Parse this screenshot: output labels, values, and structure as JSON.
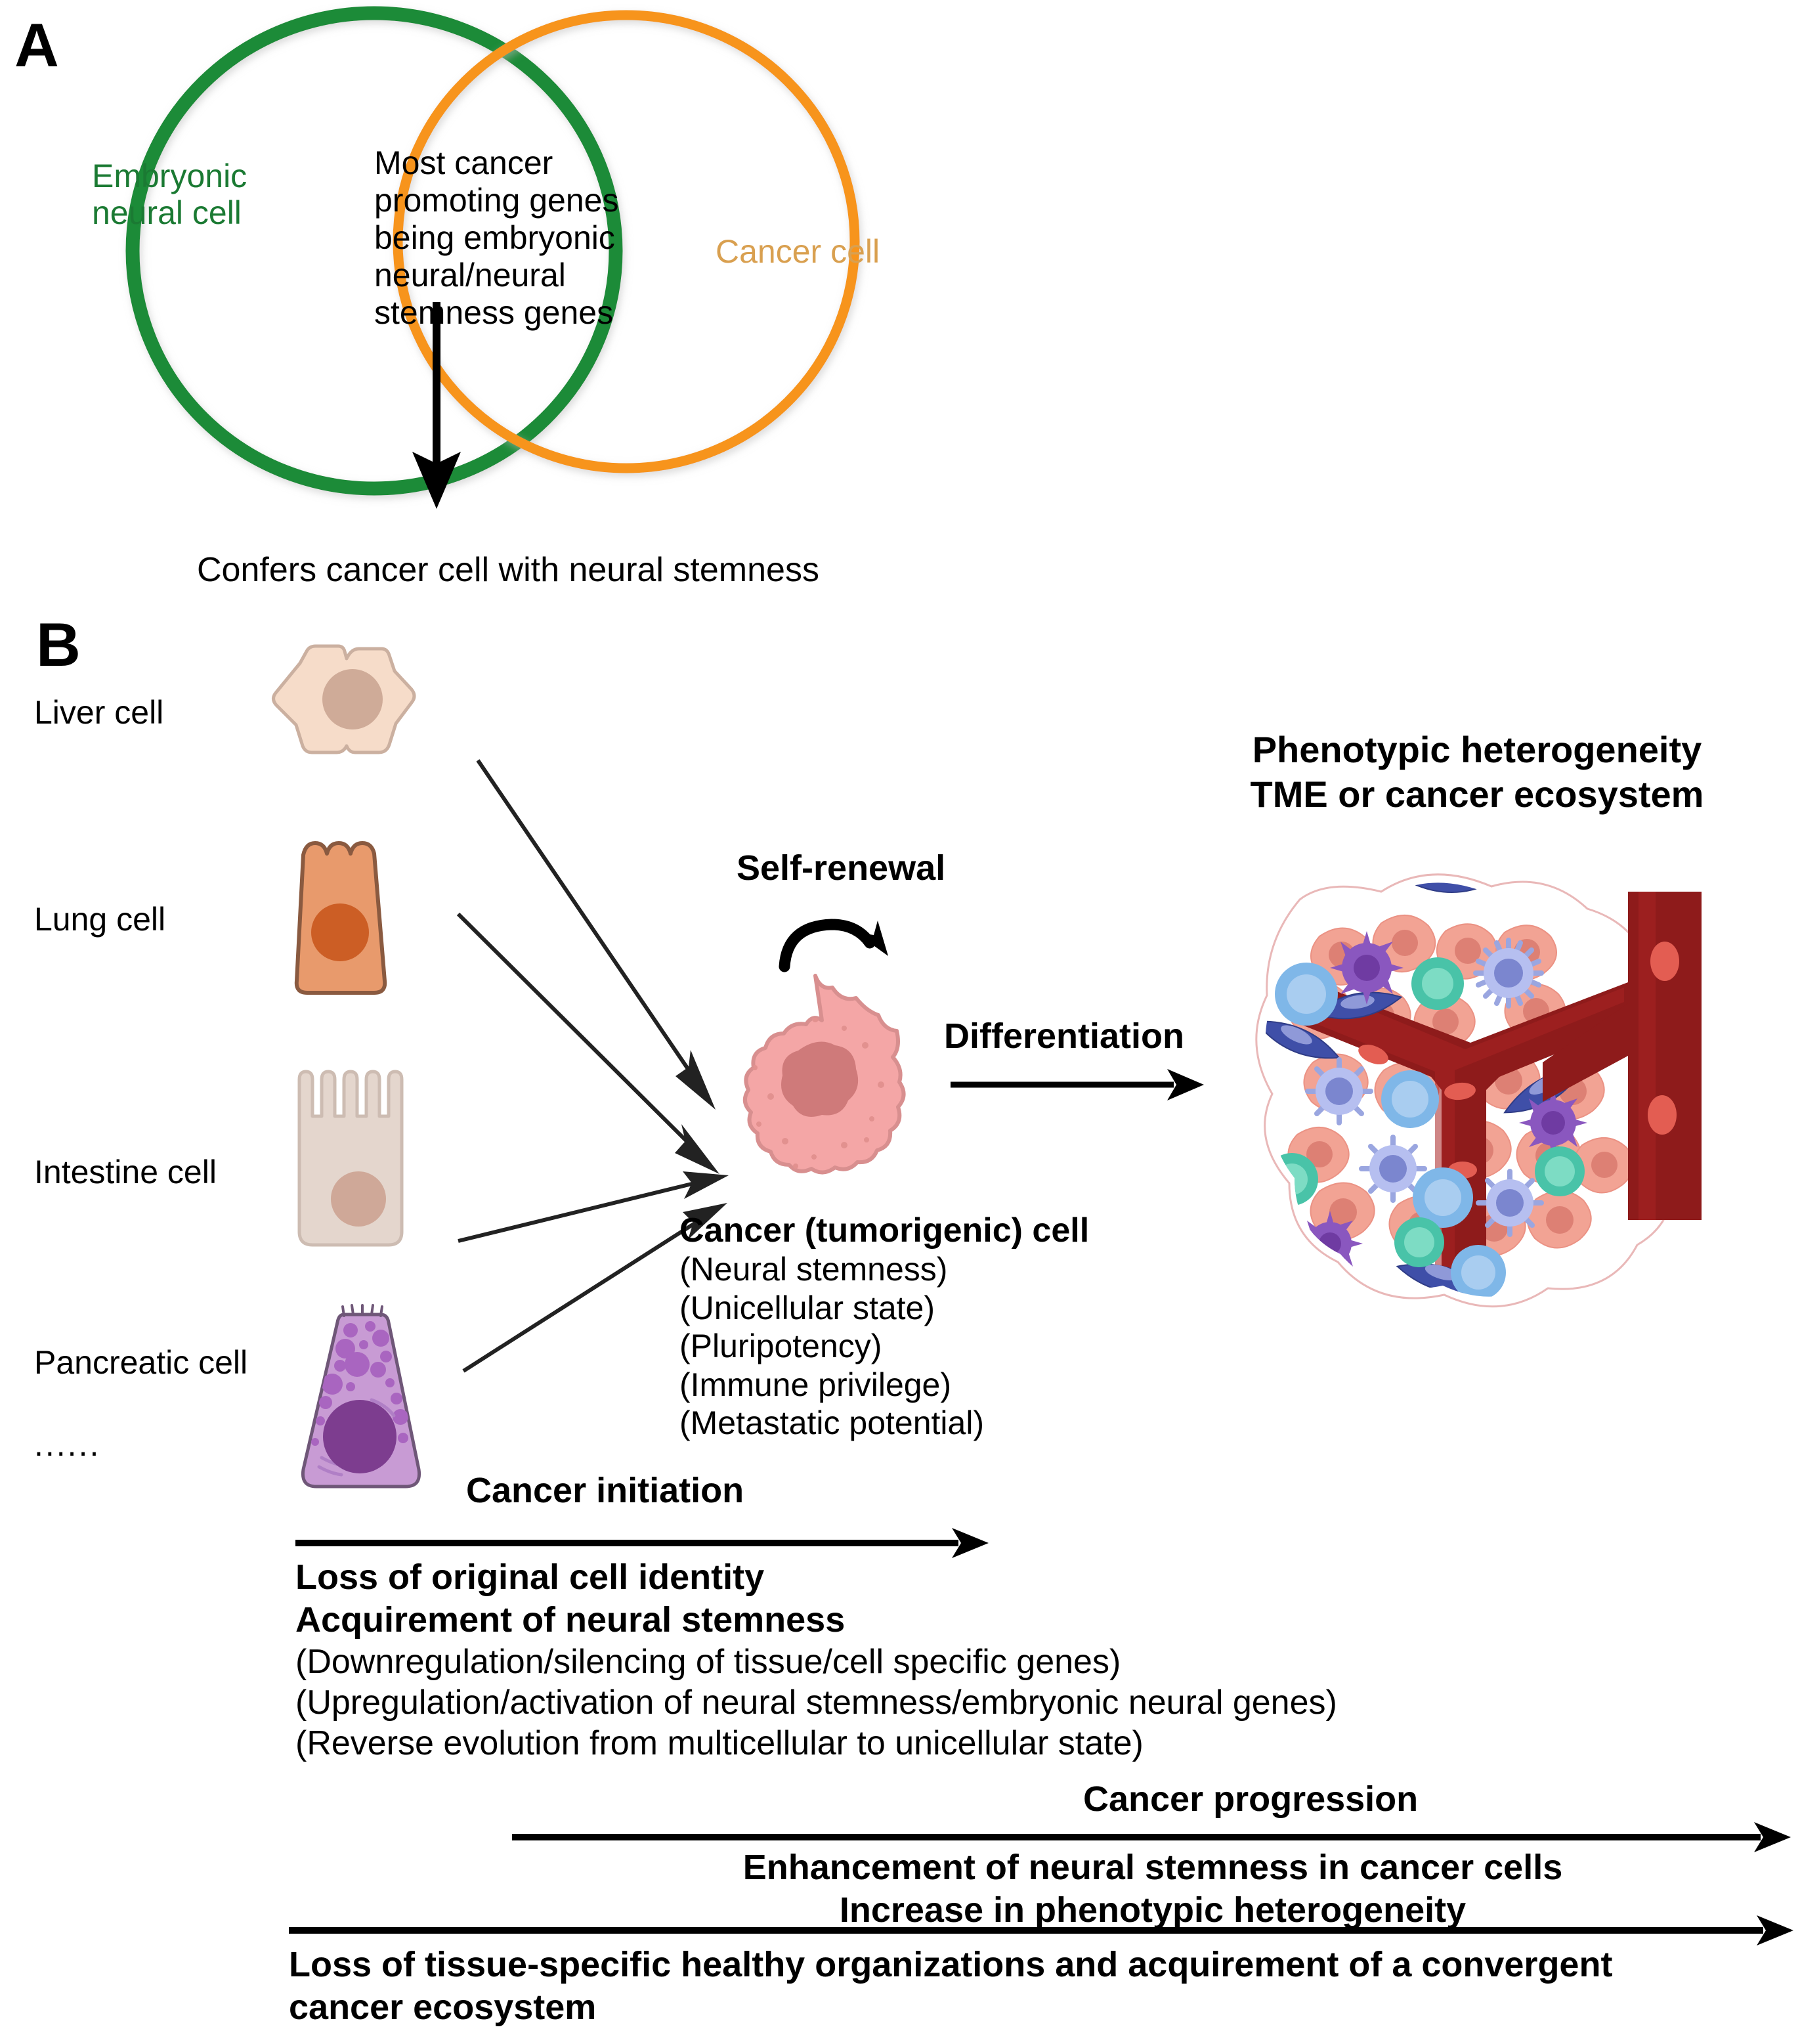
{
  "figure": {
    "panels": [
      {
        "letter": "A"
      },
      {
        "letter": "B"
      }
    ]
  },
  "panel_a": {
    "letter": "A",
    "left_circle_label": "Embryonic\nneural cell",
    "left_circle_label_line1": "Embryonic",
    "left_circle_label_line2": "neural cell",
    "right_circle_label": "Cancer cell",
    "intersection_text_lines": [
      "Most cancer",
      "promoting genes",
      "being embryonic",
      "neural/neural",
      "stemness genes"
    ],
    "arrow_caption": "Confers cancer cell with neural stemness",
    "colors": {
      "left_circle_stroke": "#1b8b37",
      "right_circle_stroke": "#f7941e",
      "left_label_text": "#1b7a33",
      "right_label_text": "#d9a050",
      "arrow": "#000000"
    }
  },
  "panel_b": {
    "letter": "B",
    "source_cells": [
      {
        "label": "Liver cell",
        "icon": "liver-cell-icon",
        "body": "#f6dcc9",
        "nucleus": "#cfab98",
        "stroke": "#cbb0a0"
      },
      {
        "label": "Lung cell",
        "icon": "lung-cell-icon",
        "body": "#e89a6c",
        "nucleus": "#cc5e25",
        "stroke": "#8a5a40"
      },
      {
        "label": "Intestine cell",
        "icon": "intestine-cell-icon",
        "body": "#e4d6cd",
        "nucleus": "#cfa898",
        "stroke": "#cdbcb2"
      },
      {
        "label": "Pancreatic cell",
        "icon": "pancreatic-cell-icon",
        "body": "#c89bd4",
        "nucleus": "#7d3d8f",
        "stroke": "#6f5778"
      }
    ],
    "ellipsis": "......",
    "self_renewal_label": "Self-renewal",
    "differentiation_label": "Differentiation",
    "cancer_cell": {
      "title": "Cancer (tumorigenic) cell",
      "properties": [
        "(Neural stemness)",
        "(Unicellular state)",
        "(Pluripotency)",
        "(Immune privilege)",
        "(Metastatic potential)"
      ],
      "colors": {
        "body": "#f4a6a6",
        "nucleus": "#cf7a7a",
        "stroke": "#d88f8f"
      }
    },
    "tme": {
      "title_line1": "Phenotypic heterogeneity",
      "title_line2": "TME or cancer ecosystem",
      "colors": {
        "tumor_cell": "#f2a394",
        "tumor_nucleus": "#dd8074",
        "vessel": "#8e1b1b",
        "vessel_inner": "#a72323",
        "rbc": "#e35d52",
        "lymphocyte_blue": "#7fb7e8",
        "lymphocyte_core": "#a9cdf0",
        "macrophage_purple": "#8a57bf",
        "dendritic_violet": "#9aa6e0",
        "nk_teal": "#49c3a8",
        "fibroblast_indigo": "#3f4fa8"
      }
    },
    "flows": [
      {
        "id": "cancer-initiation",
        "title": "Cancer initiation",
        "bold_lines": [
          "Loss of original cell identity",
          "Acquirement of neural stemness"
        ],
        "regular_lines": [
          "(Downregulation/silencing of tissue/cell specific genes)",
          "(Upregulation/activation of neural stemness/embryonic neural genes)",
          "(Reverse evolution from multicellular to unicellular state)"
        ]
      },
      {
        "id": "cancer-progression",
        "title": "Cancer progression",
        "bold_lines": [
          "Enhancement of neural stemness in cancer cells",
          "Increase in phenotypic heterogeneity"
        ],
        "regular_lines": []
      },
      {
        "id": "ecosystem",
        "title": "",
        "bold_lines": [
          "Loss of tissue-specific healthy organizations and acquirement of a convergent",
          "cancer ecosystem"
        ],
        "regular_lines": []
      }
    ]
  }
}
